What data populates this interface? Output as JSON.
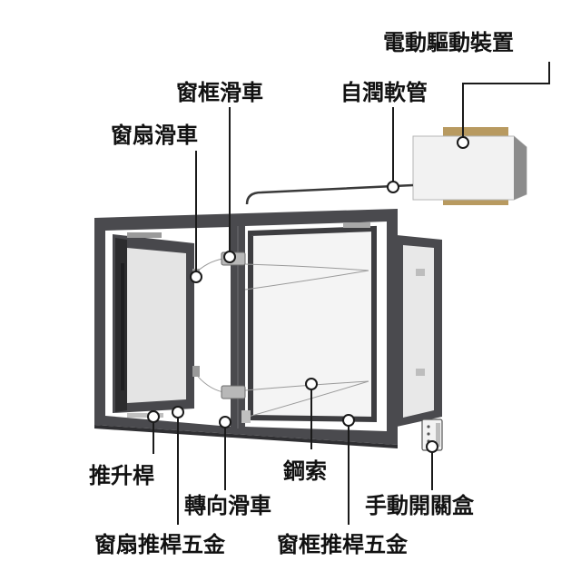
{
  "labels": {
    "drive_device": "電動驅動裝置",
    "frame_pulley": "窗框滑車",
    "self_lube_tube": "自潤軟管",
    "sash_pulley": "窗扇滑車",
    "push_rod": "推升桿",
    "steel_cable": "鋼索",
    "turn_pulley": "轉向滑車",
    "manual_switch_box": "手動開關盒",
    "sash_rod_hardware": "窗扇推桿五金",
    "frame_rod_hardware": "窗框推桿五金"
  },
  "colors": {
    "frame": "#4a4a4e",
    "glass": "#e6e6e6",
    "leader": "#1a1a1a",
    "bracket": "#b89a60",
    "text": "#111111"
  }
}
